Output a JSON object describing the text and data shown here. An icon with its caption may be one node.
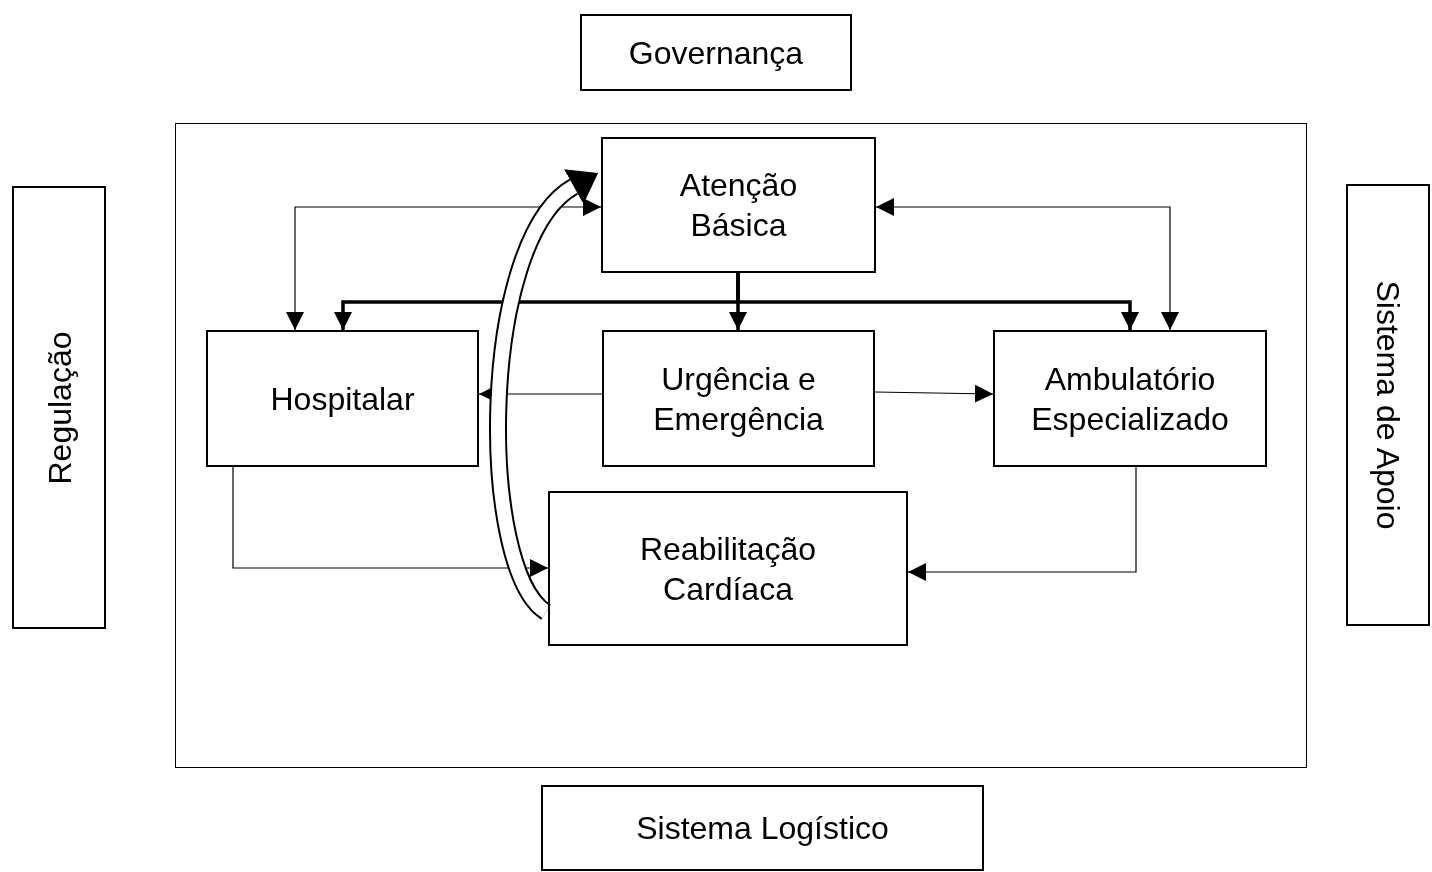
{
  "diagram": {
    "nodes": [
      {
        "text": [
          "Governança"
        ]
      },
      {
        "text": [
          "Regulação"
        ]
      },
      {
        "text": [],
        "shape": "box"
      },
      {
        "text": [
          "Atenção Básica"
        ],
        "in": 2
      },
      {
        "text": [
          "Hospitalar"
        ],
        "in": 2
      },
      {
        "text": [
          "Urgência e Emergência"
        ],
        "in": 2
      },
      {
        "text": [
          "Ambulatório Especializado"
        ],
        "in": 2
      },
      {
        "text": [
          "Reabilitação Cardíaca"
        ],
        "in": 2
      },
      {
        "text": [
          "Sistema de Apoio"
        ]
      },
      {
        "text": [
          "Sistema Logístico"
        ]
      }
    ],
    "edges": [
      {
        "from": 3,
        "to": 4,
        "arrow": "to",
        "style": "thick"
      },
      {
        "from": 3,
        "to": 6,
        "arrow": "to",
        "style": "thick"
      },
      {
        "from": 3,
        "to": 5,
        "arrow": "to",
        "style": "thick"
      },
      {
        "from": 4,
        "to": 3,
        "arrow": "both"
      },
      {
        "from": 6,
        "to": 3,
        "arrow": "both"
      },
      {
        "from": 5,
        "to": 4,
        "arrow": "to"
      },
      {
        "from": 5,
        "to": 6,
        "arrow": "to"
      },
      {
        "from": 4,
        "to": 7,
        "arrow": "to"
      },
      {
        "from": 6,
        "to": 7,
        "arrow": "to"
      },
      {
        "from": 7,
        "to": 3,
        "arrow": "to",
        "style": "thick"
      }
    ]
  }
}
